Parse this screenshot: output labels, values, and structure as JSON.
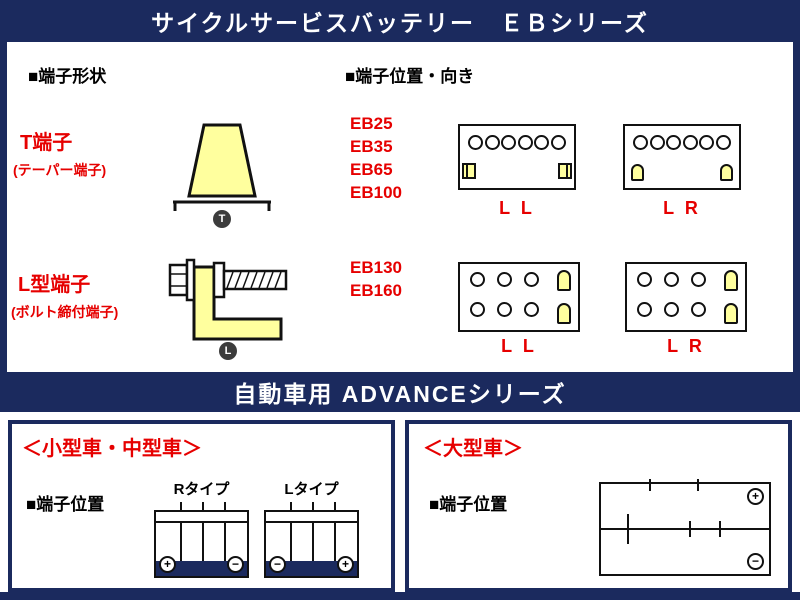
{
  "colors": {
    "navy": "#1b2a5e",
    "red": "#e60000",
    "terminal_yellow": "#ffff9e"
  },
  "eb_header": {
    "title": "サイクルサービスバッテリー　ＥＢシリーズ"
  },
  "eb": {
    "shape_heading": "■端子形状",
    "position_heading": "■端子位置・向き",
    "t_terminal": {
      "label": "T端子",
      "sublabel": "(テーパー端子)",
      "badge": "T"
    },
    "l_terminal": {
      "label": "L型端子",
      "sublabel": "(ボルト締付端子)",
      "badge": "L"
    },
    "group1": {
      "models": [
        "EB25",
        "EB35",
        "EB65",
        "EB100"
      ],
      "label_left": "L L",
      "label_right": "L R"
    },
    "group2": {
      "models": [
        "EB130",
        "EB160"
      ],
      "label_left": "L L",
      "label_right": "L R"
    }
  },
  "advance_header": {
    "title": "自動車用 ADVANCEシリーズ"
  },
  "small_mid": {
    "title": "＜小型車・中型車＞",
    "terminal_heading": "■端子位置",
    "r_type": {
      "label": "Rタイプ",
      "left_terminal": "+",
      "right_terminal": "−"
    },
    "l_type": {
      "label": "Lタイプ",
      "left_terminal": "−",
      "right_terminal": "+"
    }
  },
  "large": {
    "title": "＜大型車＞",
    "terminal_heading": "■端子位置",
    "top_right_terminal": "+",
    "bottom_right_terminal": "−"
  }
}
